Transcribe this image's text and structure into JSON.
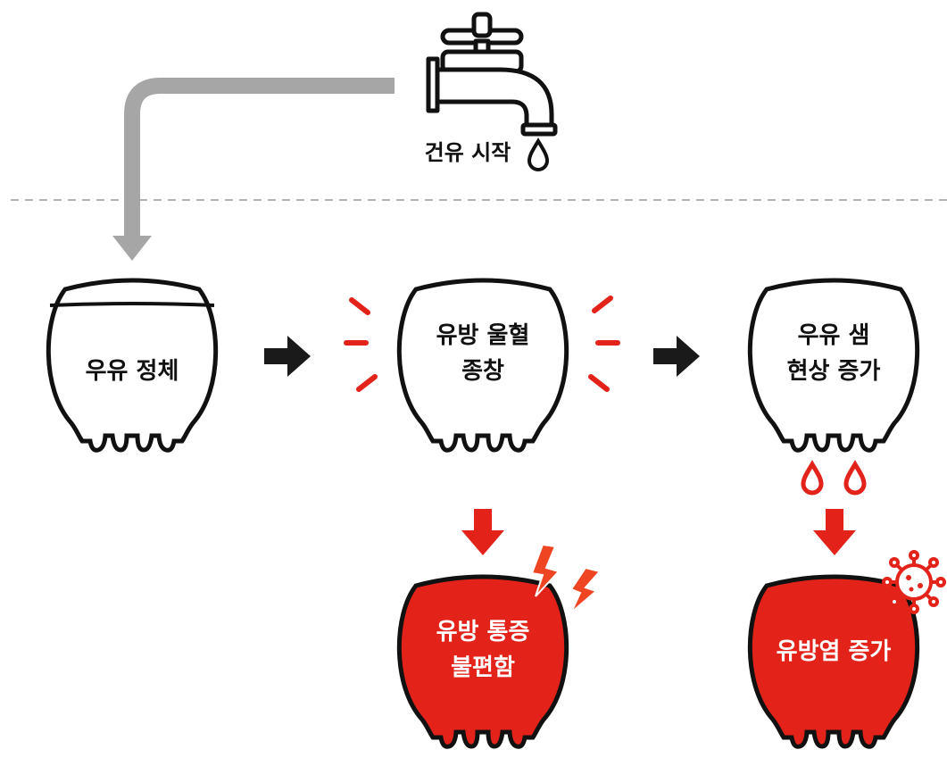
{
  "start_label": "건유 시작",
  "stage1": {
    "lines": [
      "우유 정체"
    ]
  },
  "stage2": {
    "lines": [
      "유방 울혈",
      "종창"
    ]
  },
  "stage3": {
    "lines": [
      "우유 샘",
      "현상 증가"
    ]
  },
  "result1": {
    "lines": [
      "유방 통증",
      "불편함"
    ]
  },
  "result2": {
    "lines": [
      "유방염 증가"
    ]
  },
  "icons": {
    "faucet": "faucet-icon",
    "drop": "water-drop-icon",
    "lightning": "lightning-icon",
    "virus": "virus-icon"
  },
  "colors": {
    "outline": "#111111",
    "red": "#e3231a",
    "orange_red": "#ef4523",
    "gray_arrow": "#a6a6a6",
    "dashed": "#b3b3b3",
    "black_arrow": "#1a1a1a",
    "white": "#ffffff"
  }
}
